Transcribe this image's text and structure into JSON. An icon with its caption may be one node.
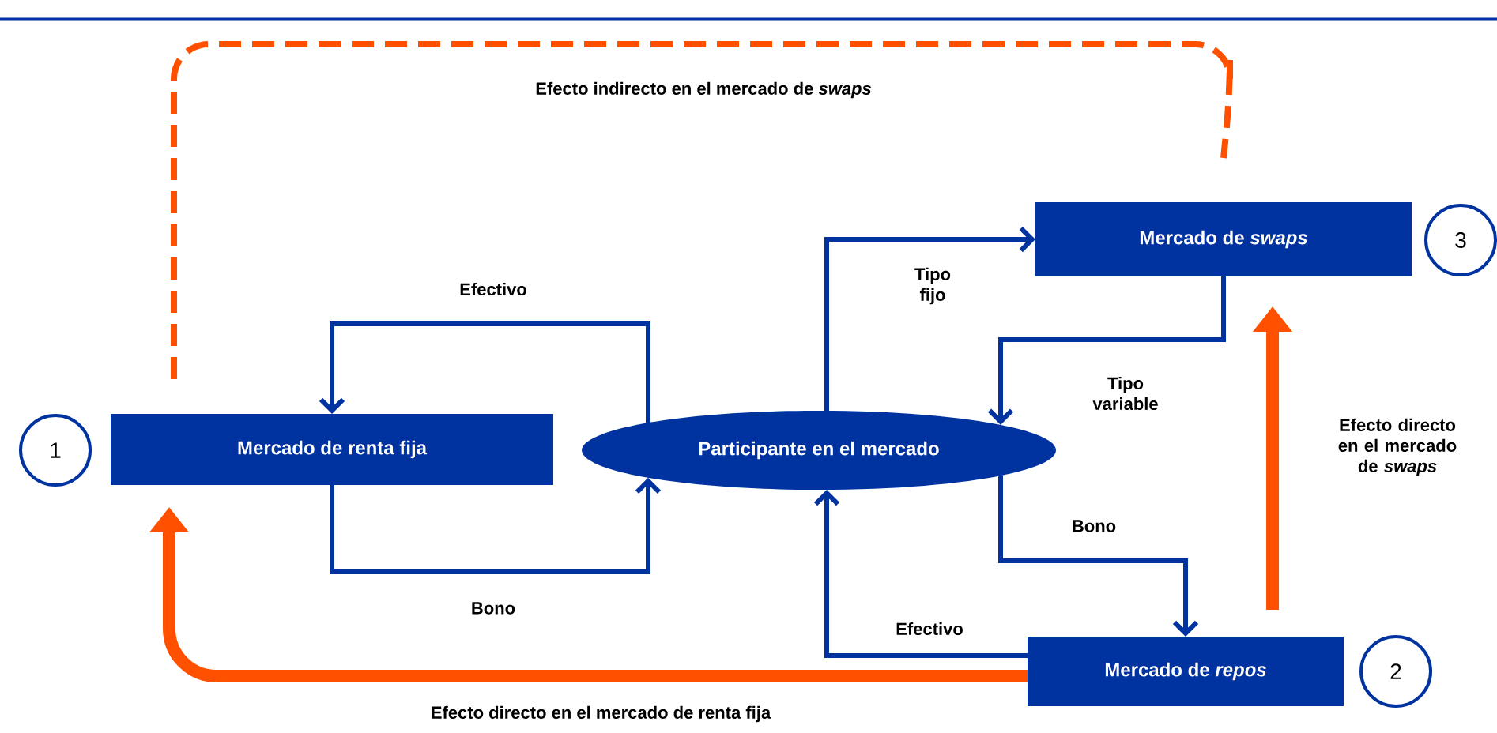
{
  "diagram": {
    "nodes": [
      {
        "text": [
          "Mercado de renta fija"
        ]
      },
      {
        "text": [
          "Participante en el mercado"
        ]
      },
      {
        "text": [
          "Mercado de *swaps*"
        ]
      },
      {
        "text": [
          "Mercado de *repos*"
        ]
      },
      {
        "text": [
          "1"
        ]
      },
      {
        "text": [
          "3"
        ]
      },
      {
        "text": [
          "2"
        ]
      }
    ],
    "edges": [
      {
        "from": 1,
        "to": 0,
        "arrow": "to",
        "label": "Efectivo"
      },
      {
        "from": 0,
        "to": 1,
        "arrow": "to",
        "label": "Bono"
      },
      {
        "from": 1,
        "to": 2,
        "arrow": "to",
        "label": "Tipo fijo"
      },
      {
        "from": 2,
        "to": 1,
        "arrow": "to",
        "label": "Tipo variable"
      },
      {
        "from": 1,
        "to": 3,
        "arrow": "to",
        "label": "Bono"
      },
      {
        "from": 3,
        "to": 1,
        "arrow": "to",
        "label": "Efectivo"
      },
      {
        "from": 3,
        "to": 0,
        "arrow": "to",
        "label": "Efecto directo en el mercado de renta fija",
        "style": "thick",
        "color": "#ff5000"
      },
      {
        "from": 3,
        "to": 2,
        "arrow": "to",
        "label": "Efecto directo en el mercado de *swaps*",
        "style": "thick",
        "color": "#ff5000"
      },
      {
        "from": 0,
        "to": 2,
        "arrow": "none",
        "label": "Efecto indirecto en el mercado de *swaps*",
        "style": "dashed",
        "color": "#ff5000"
      }
    ]
  }
}
